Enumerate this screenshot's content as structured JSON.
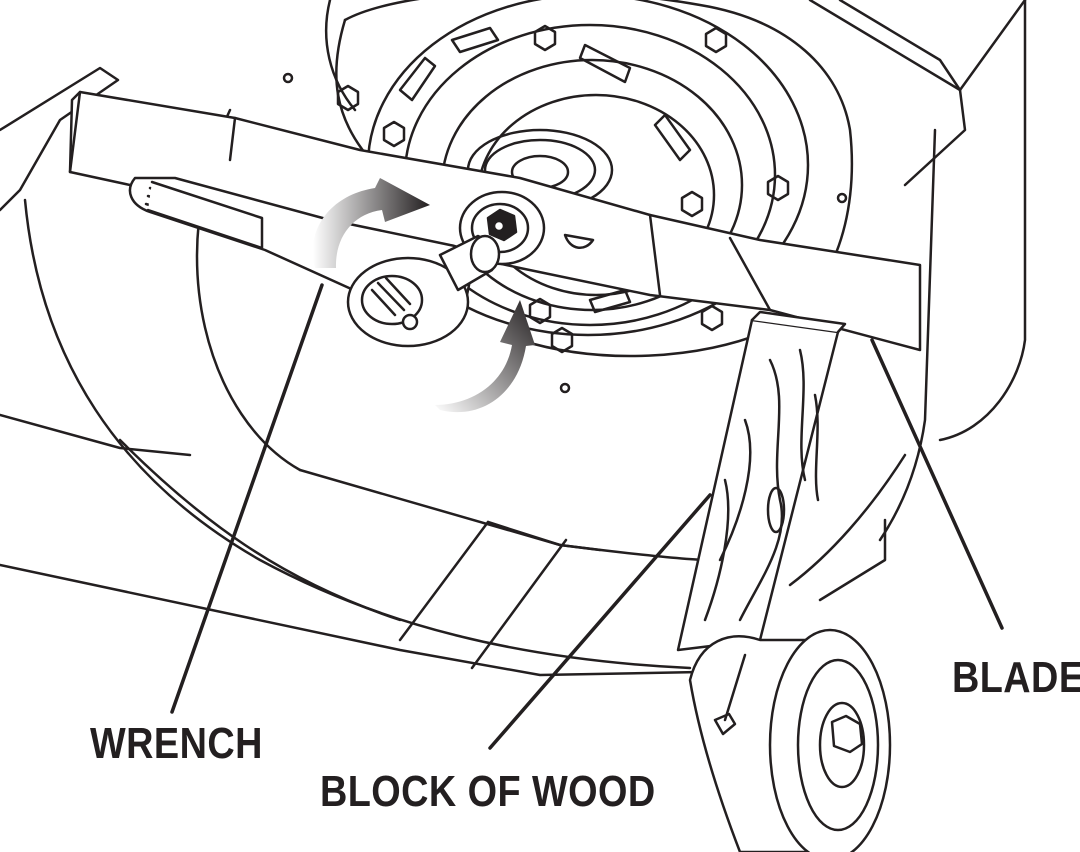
{
  "labels": {
    "wrench": "WRENCH",
    "block_of_wood": "BLOCK OF WOOD",
    "blade": "BLADE"
  },
  "colors": {
    "ink": "#231f20",
    "background": "#ffffff"
  },
  "icons": [
    "wrench-icon",
    "rotation-arrow-icon",
    "blade-bolt-icon",
    "wheel-icon"
  ]
}
